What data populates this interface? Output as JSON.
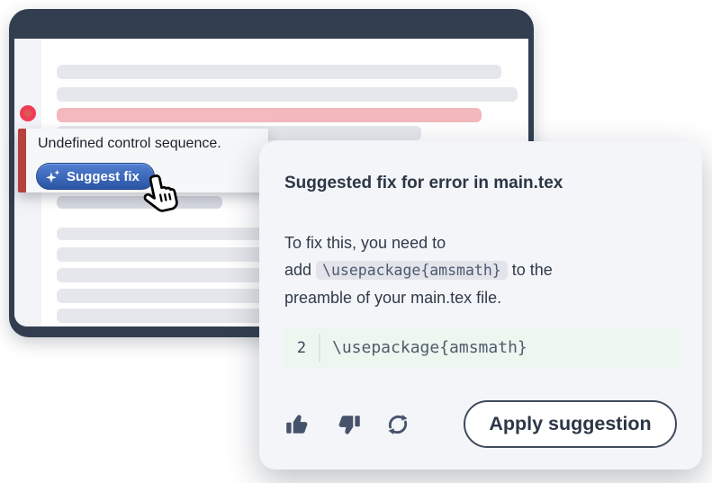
{
  "window": {
    "tooltip": {
      "message": "Undefined control sequence.",
      "suggest_fix_button": "Suggest fix"
    }
  },
  "card": {
    "title": "Suggested fix for error in main.tex",
    "body": {
      "line1": "To fix this, you need to",
      "line2_before": "add ",
      "inline_code": "\\usepackage{amsmath}",
      "line2_after": " to the",
      "line3": "preamble of your main.tex file."
    },
    "code_block": {
      "line_number": "2",
      "code": "\\usepackage{amsmath}"
    },
    "footer": {
      "icons": [
        "thumbs-up-icon",
        "thumbs-down-icon",
        "regenerate-icon"
      ],
      "apply_button": "Apply suggestion"
    }
  },
  "colors": {
    "window_frame": "#323E50",
    "skeleton_line": "#E6E7EC",
    "error_line": "#F3B9BD",
    "error_bar": "#B5423E",
    "error_dot": "#F23B56",
    "suggest_button_blue_top": "#527FD2",
    "suggest_button_blue_bottom": "#2B55A4",
    "card_bg": "#F3F5F9",
    "inline_code_bg": "#E2E4EA",
    "code_added_bg": "#EDF6EF",
    "text_dark": "#2C3645",
    "icon_slate": "#47526B"
  }
}
